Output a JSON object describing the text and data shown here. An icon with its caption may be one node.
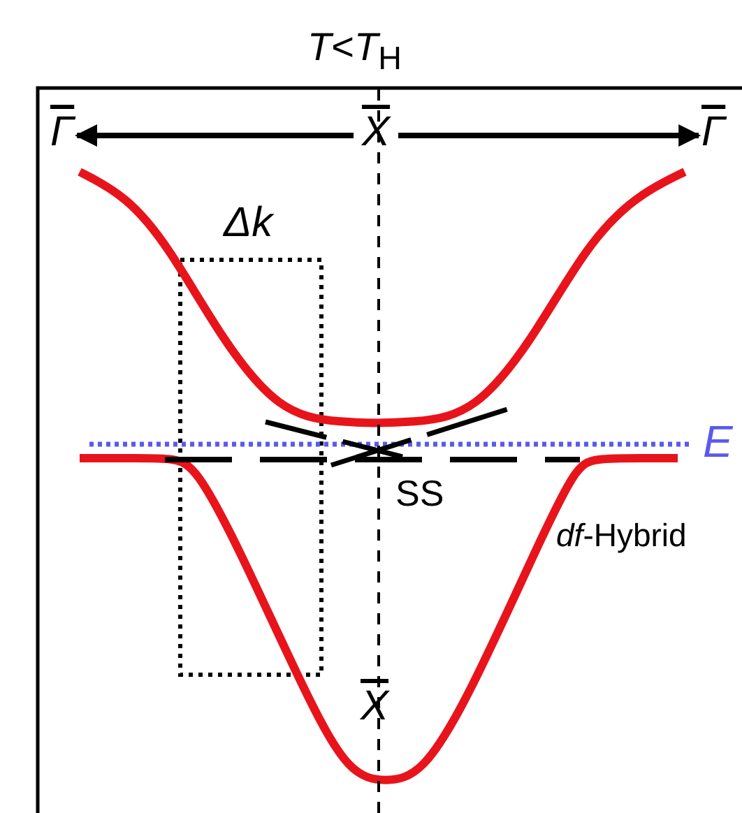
{
  "diagram": {
    "title": "*T*<*T*$_{H}$",
    "nodes": [
      {
        "text": [
          "Γ"
        ]
      },
      {
        "text": [
          "X"
        ]
      },
      {
        "text": [
          "Γ"
        ]
      }
    ],
    "edges": [
      {
        "from": 1,
        "to": 0,
        "arrow": "to"
      },
      {
        "from": 1,
        "to": 2,
        "arrow": "to"
      }
    ],
    "labels": [
      "Δk",
      "E",
      "SS",
      "*df*-Hybrid",
      "X"
    ]
  }
}
